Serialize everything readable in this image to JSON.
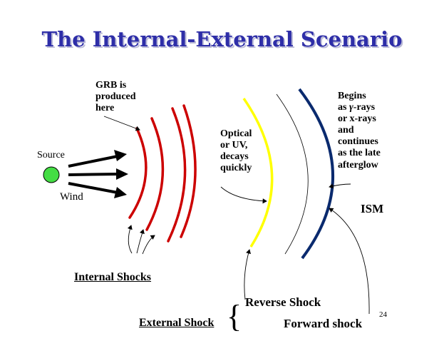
{
  "title": "The Internal-External Scenario",
  "labels": {
    "grb": [
      "GRB  is",
      "produced",
      "here"
    ],
    "source": "Source",
    "wind": "Wind",
    "optical": [
      "Optical",
      "or UV,",
      "decays",
      "quickly"
    ],
    "begins_pre": "Begins",
    "begins_gamma_pre": "as ",
    "begins_gamma_sym": "γ",
    "begins_gamma_post": "-rays",
    "begins_rest": [
      "or x-rays",
      "and",
      "continues",
      "as the late",
      "afterglow"
    ],
    "ism": "ISM",
    "internal_shocks": "Internal Shocks",
    "reverse_shock": "Reverse Shock",
    "external_shock": "External Shock",
    "brace": "{",
    "forward_shock": "Forward shock",
    "page_number": "24"
  },
  "colors": {
    "title": "#2e2ea8",
    "internal_shells": "#cc0000",
    "reverse_shell": "#ffff00",
    "forward_shell": "#0a2a6e",
    "source_fill": "#44dd44"
  }
}
